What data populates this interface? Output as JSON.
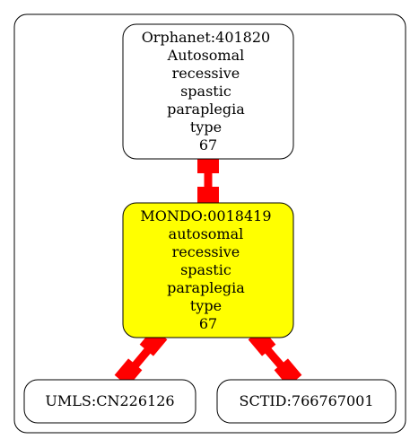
{
  "colors": {
    "background": "#ffffff",
    "border": "#000000",
    "edge": "#ff0000",
    "highlight_fill": "#ffff00",
    "node_fill": "#ffffff"
  },
  "nodes": {
    "orphanet": {
      "lines": [
        "Orphanet:401820",
        "Autosomal",
        "recessive",
        "spastic",
        "paraplegia",
        "type",
        "67"
      ]
    },
    "mondo": {
      "lines": [
        "MONDO:0018419",
        "autosomal",
        "recessive",
        "spastic",
        "paraplegia",
        "type",
        "67"
      ]
    },
    "umls": {
      "lines": [
        "UMLS:CN226126"
      ]
    },
    "sctid": {
      "lines": [
        "SCTID:766767001"
      ]
    }
  }
}
